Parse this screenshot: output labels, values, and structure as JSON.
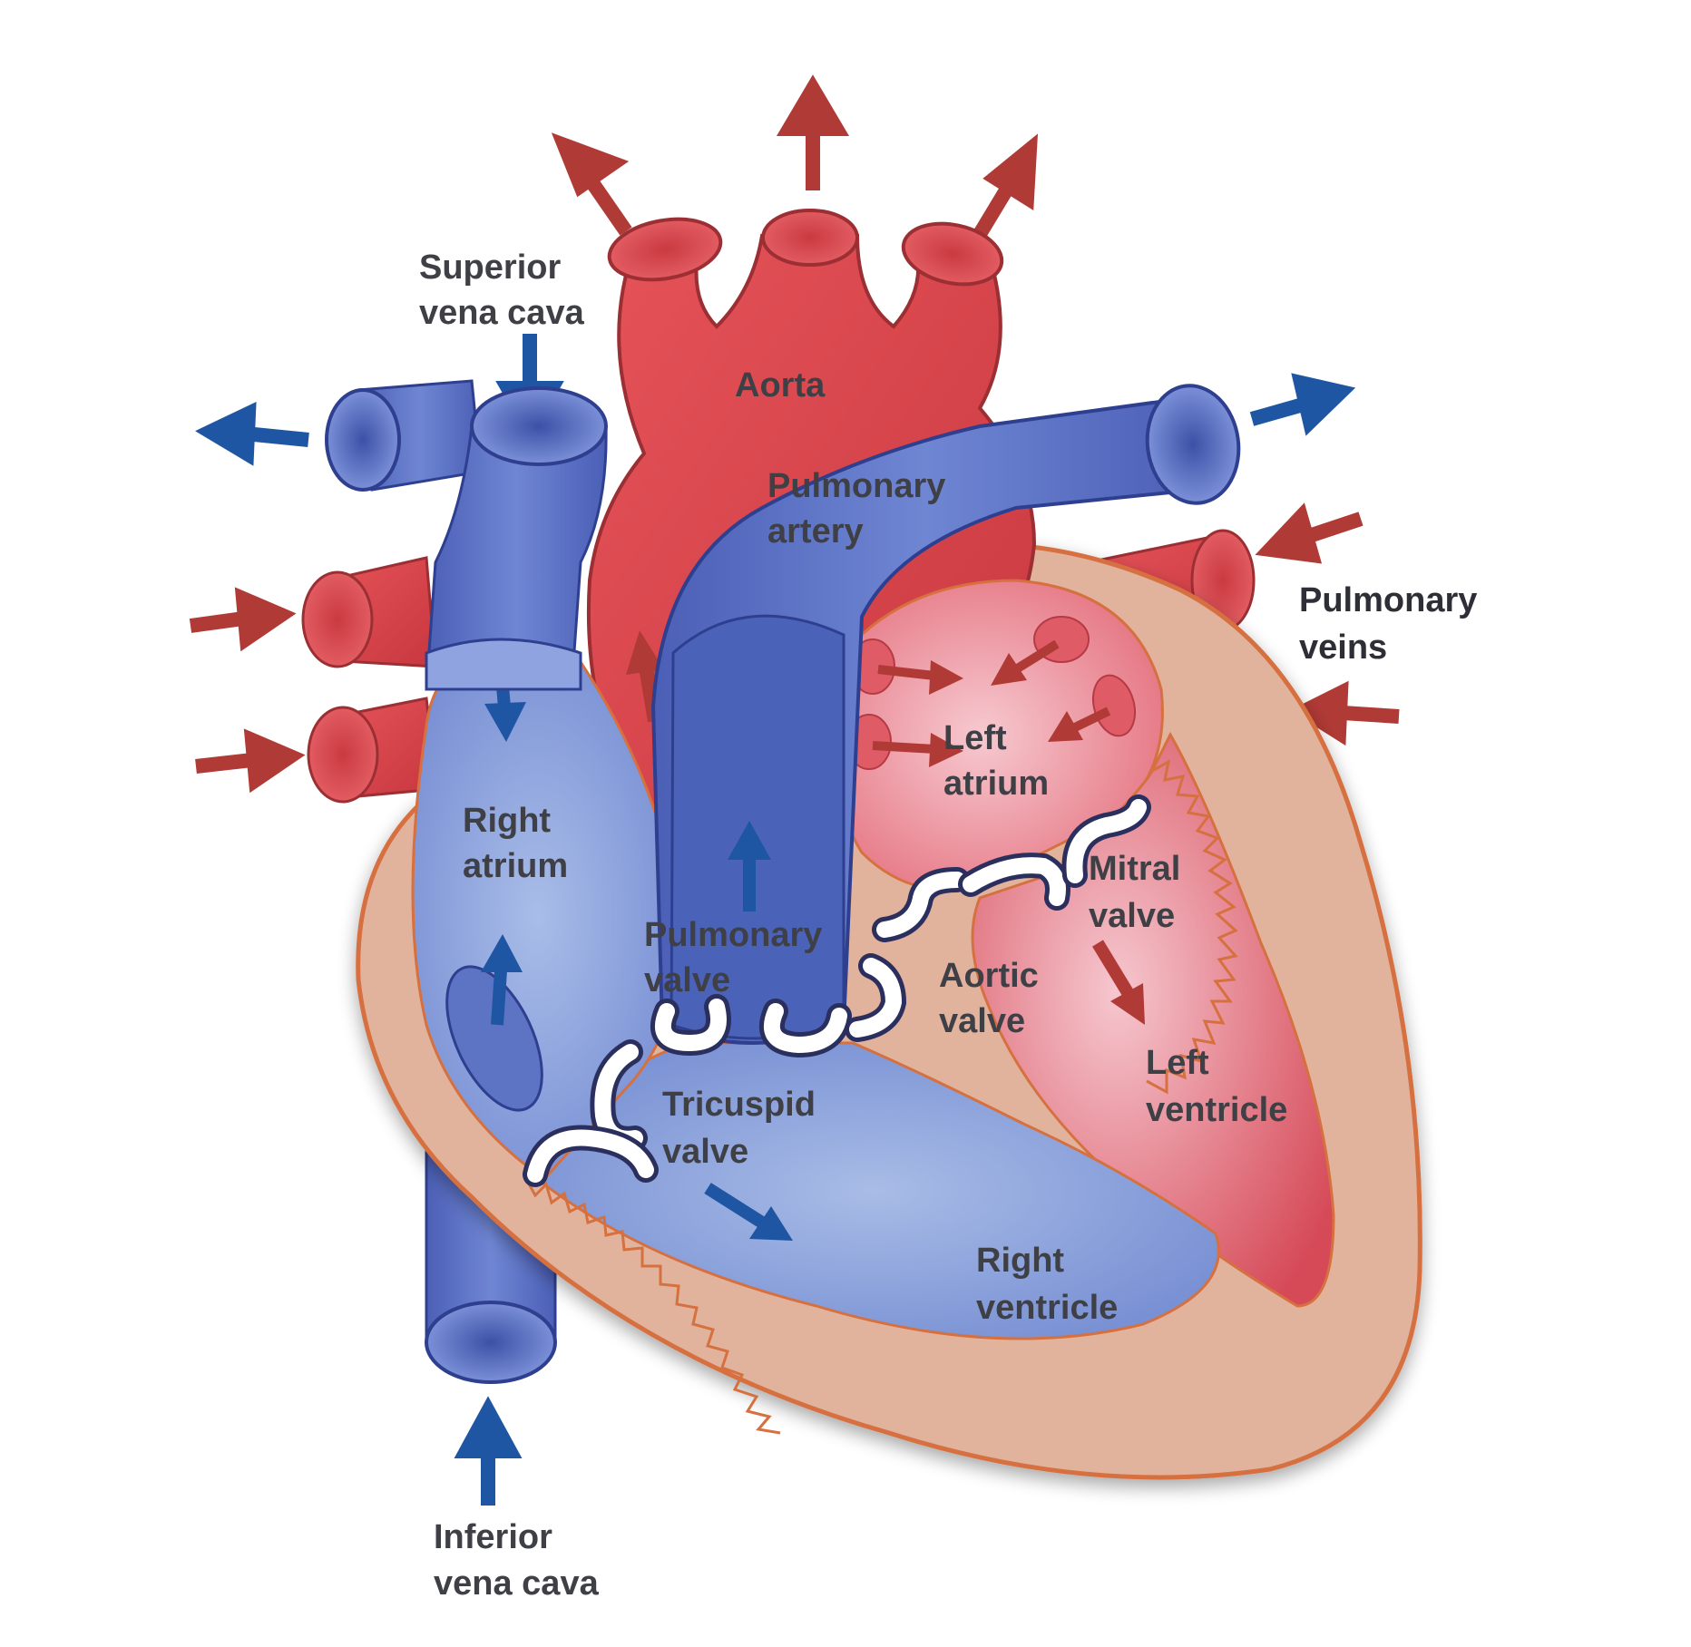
{
  "labels": {
    "superior_vena_cava": [
      "Superior",
      "vena cava"
    ],
    "aorta": "Aorta",
    "pulmonary_artery": [
      "Pulmonary",
      "artery"
    ],
    "pulmonary_veins": [
      "Pulmonary",
      "veins"
    ],
    "left_atrium": [
      "Left",
      "atrium"
    ],
    "right_atrium": [
      "Right",
      "atrium"
    ],
    "mitral_valve": [
      "Mitral",
      "valve"
    ],
    "pulmonary_valve": [
      "Pulmonary",
      "valve"
    ],
    "aortic_valve": [
      "Aortic",
      "valve"
    ],
    "left_ventricle": [
      "Left",
      "ventricle"
    ],
    "tricuspid_valve": [
      "Tricuspid",
      "valve"
    ],
    "right_ventricle": [
      "Right",
      "ventricle"
    ],
    "inferior_vena_cava": [
      "Inferior",
      "vena cava"
    ]
  },
  "colors": {
    "oxygenated_red": "#d9444a",
    "red_arrow": "#b03a36",
    "deoxygenated_blue": "#5a6fc0",
    "blue_arrow": "#1f56a3",
    "muscle_tan": "#e2b39c",
    "muscle_outline": "#d6703f",
    "label_text": "#3f3f46"
  }
}
